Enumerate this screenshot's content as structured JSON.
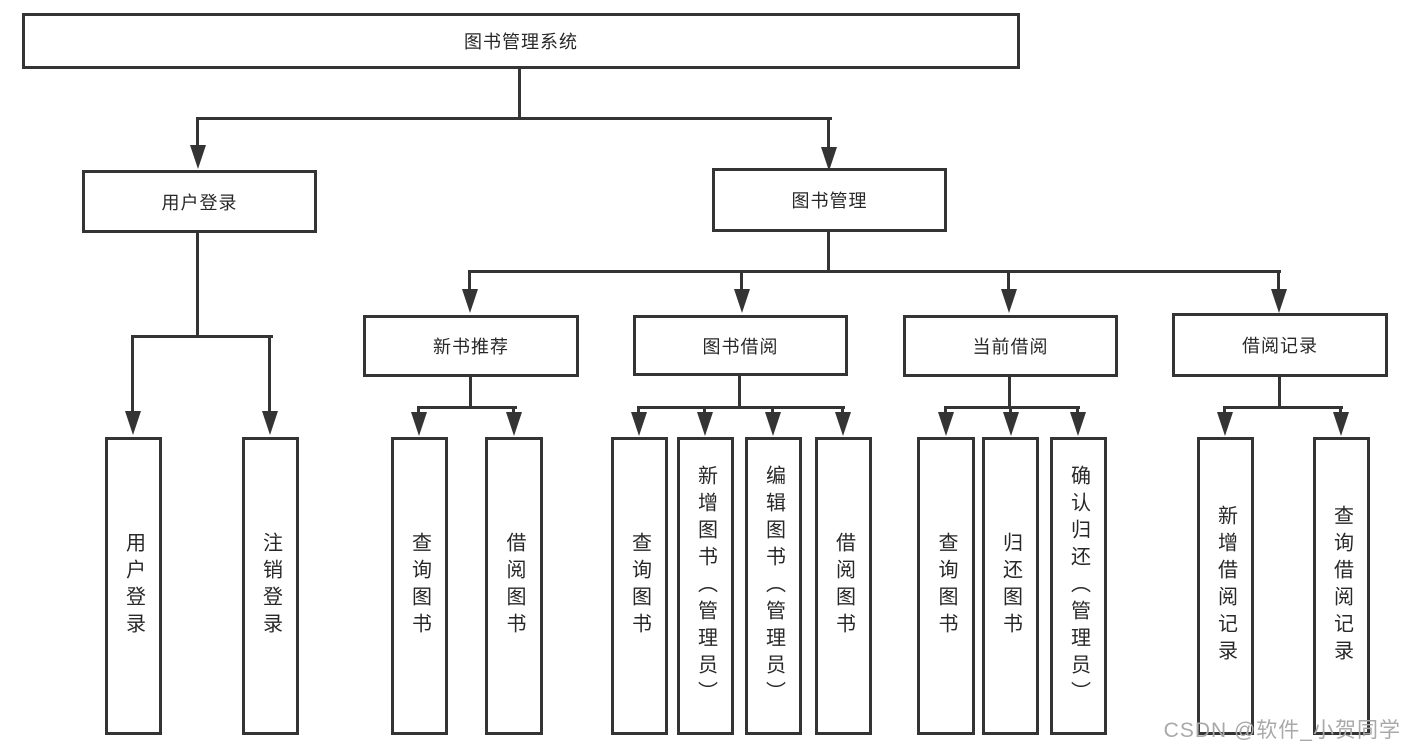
{
  "tree": {
    "root": {
      "label": "图书管理系统",
      "children": [
        {
          "label": "用户登录",
          "children": [
            {
              "label": "用户登录"
            },
            {
              "label": "注销登录"
            }
          ]
        },
        {
          "label": "图书管理",
          "children": [
            {
              "label": "新书推荐",
              "children": [
                {
                  "label": "查询图书"
                },
                {
                  "label": "借阅图书"
                }
              ]
            },
            {
              "label": "图书借阅",
              "children": [
                {
                  "label": "查询图书"
                },
                {
                  "label": "新增图书（管理员）"
                },
                {
                  "label": "编辑图书（管理员）"
                },
                {
                  "label": "借阅图书"
                }
              ]
            },
            {
              "label": "当前借阅",
              "children": [
                {
                  "label": "查询图书"
                },
                {
                  "label": "归还图书"
                },
                {
                  "label": "确认归还（管理员）"
                }
              ]
            },
            {
              "label": "借阅记录",
              "children": [
                {
                  "label": "新增借阅记录"
                },
                {
                  "label": "查询借阅记录"
                }
              ]
            }
          ]
        }
      ]
    }
  },
  "watermark": {
    "text": "CSDN @软件_小贺同学"
  },
  "colors": {
    "line": "#343434",
    "text": "#282828",
    "watermark": "#a9a9a9",
    "background": "#ffffff"
  }
}
